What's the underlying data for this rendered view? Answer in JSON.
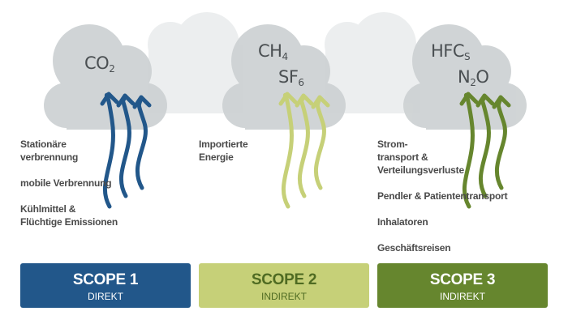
{
  "colors": {
    "scope1": "#22578a",
    "scope2": "#c6d078",
    "scope3": "#66862e",
    "cloud": "#cdd1d3",
    "cloud_bg": "#eceeef",
    "scope2_text": "#4f6b22"
  },
  "gases": [
    {
      "base": "CO",
      "sub": "2",
      "rest": ""
    },
    {
      "base": "CH",
      "sub": "4",
      "rest": ""
    },
    {
      "base": "SF",
      "sub": "6",
      "rest": ""
    },
    {
      "base": "HFC",
      "sub": "S",
      "rest": ""
    },
    {
      "base": "N",
      "sub": "2",
      "rest": "O"
    }
  ],
  "scopes": [
    {
      "title": "SCOPE 1",
      "subtitle": "DIREKT",
      "items": [
        "Stationäre\nverbrennung",
        "mobile Verbrennung",
        "Kühlmittel &\nFlüchtige Emissionen"
      ]
    },
    {
      "title": "SCOPE 2",
      "subtitle": "INDIREKT",
      "items": [
        "Importierte\nEnergie"
      ]
    },
    {
      "title": "SCOPE 3",
      "subtitle": "INDIREKT",
      "items": [
        "Strom-\ntransport &\nVerteilungsverluste",
        "Pendler & Patiententransport",
        "Inhalatoren",
        "Geschäftsreisen"
      ]
    }
  ]
}
